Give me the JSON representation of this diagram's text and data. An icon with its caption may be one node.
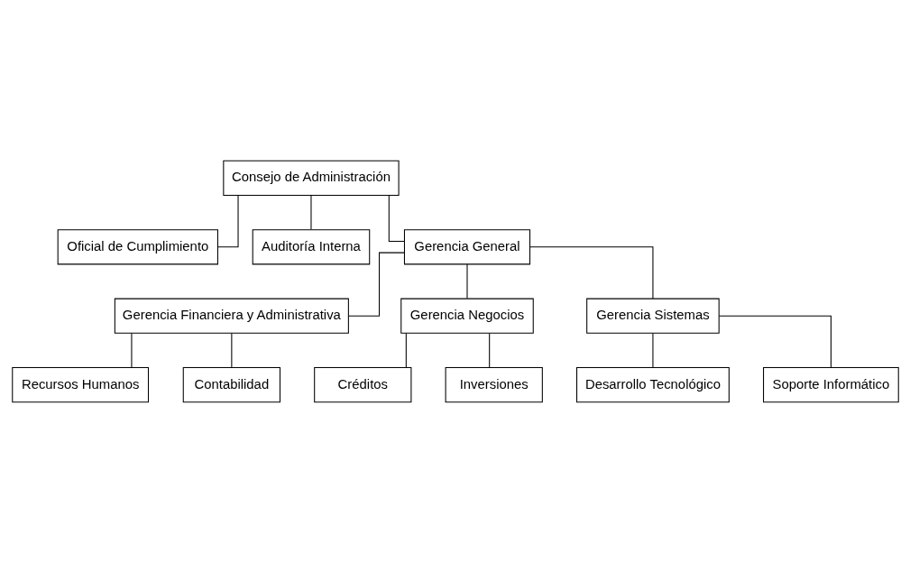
{
  "diagram": {
    "nodes": [
      {
        "text": [
          "Consejo de Administración"
        ]
      },
      {
        "text": [
          "Oficial de Cumplimiento"
        ]
      },
      {
        "text": [
          "Auditoría Interna"
        ]
      },
      {
        "text": [
          "Gerencia General"
        ]
      },
      {
        "text": [
          "Gerencia Financiera y Administrativa"
        ]
      },
      {
        "text": [
          "Gerencia Negocios"
        ]
      },
      {
        "text": [
          "Gerencia Sistemas"
        ]
      },
      {
        "text": [
          "Recursos Humanos"
        ]
      },
      {
        "text": [
          "Contabilidad"
        ]
      },
      {
        "text": [
          "Créditos"
        ]
      },
      {
        "text": [
          "Inversiones"
        ]
      },
      {
        "text": [
          "Desarrollo Tecnológico"
        ]
      },
      {
        "text": [
          "Soporte Informático"
        ]
      }
    ],
    "edges": [
      {
        "from": 0,
        "to": 1,
        "arrow": "none"
      },
      {
        "from": 0,
        "to": 2,
        "arrow": "none"
      },
      {
        "from": 0,
        "to": 3,
        "arrow": "none"
      },
      {
        "from": 3,
        "to": 4,
        "arrow": "none"
      },
      {
        "from": 3,
        "to": 5,
        "arrow": "none"
      },
      {
        "from": 3,
        "to": 6,
        "arrow": "none"
      },
      {
        "from": 4,
        "to": 7,
        "arrow": "none"
      },
      {
        "from": 4,
        "to": 8,
        "arrow": "none"
      },
      {
        "from": 5,
        "to": 9,
        "arrow": "none"
      },
      {
        "from": 5,
        "to": 10,
        "arrow": "none"
      },
      {
        "from": 6,
        "to": 11,
        "arrow": "none"
      },
      {
        "from": 6,
        "to": 12,
        "arrow": "none"
      }
    ]
  }
}
